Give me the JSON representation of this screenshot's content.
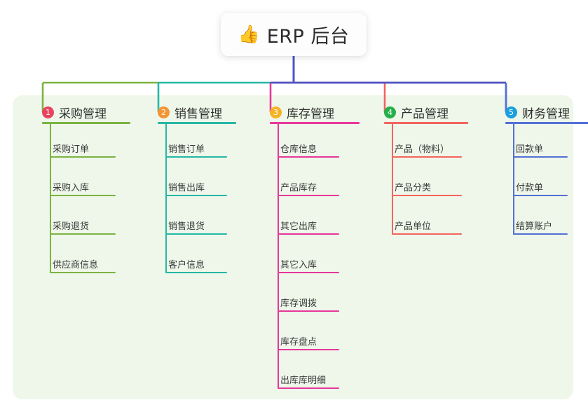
{
  "root": {
    "icon": "thumbs-up-emoji",
    "emoji": "👍",
    "title": "ERP 后台"
  },
  "theme": {
    "page_background": "#ffffff",
    "panel_background": "#eef7e9",
    "trunk_color": "#4f56c4",
    "text_color": "#2f2f2f"
  },
  "columns": [
    {
      "number": "1",
      "label": "采购管理",
      "badge_color": "#e8435f",
      "line_color": "#7cb342",
      "items": [
        {
          "label": "采购订单"
        },
        {
          "label": "采购入库"
        },
        {
          "label": "采购退货"
        },
        {
          "label": "供应商信息"
        }
      ]
    },
    {
      "number": "2",
      "label": "销售管理",
      "badge_color": "#f59433",
      "line_color": "#26b8a5",
      "items": [
        {
          "label": "销售订单"
        },
        {
          "label": "销售出库"
        },
        {
          "label": "销售退货"
        },
        {
          "label": "客户信息"
        }
      ]
    },
    {
      "number": "3",
      "label": "库存管理",
      "badge_color": "#f5b325",
      "line_color": "#e8379b",
      "items": [
        {
          "label": "仓库信息"
        },
        {
          "label": "产品库存"
        },
        {
          "label": "其它出库"
        },
        {
          "label": "其它入库"
        },
        {
          "label": "库存调拨"
        },
        {
          "label": "库存盘点"
        },
        {
          "label": "出库库明细"
        }
      ]
    },
    {
      "number": "4",
      "label": "产品管理",
      "badge_color": "#25b04b",
      "line_color": "#f4645f",
      "items": [
        {
          "label": "产品（物料）"
        },
        {
          "label": "产品分类"
        },
        {
          "label": "产品单位"
        }
      ]
    },
    {
      "number": "5",
      "label": "财务管理",
      "badge_color": "#1c9fe0",
      "line_color": "#5470d6",
      "items": [
        {
          "label": "回款单"
        },
        {
          "label": "付款单"
        },
        {
          "label": "结算账户"
        }
      ]
    }
  ]
}
